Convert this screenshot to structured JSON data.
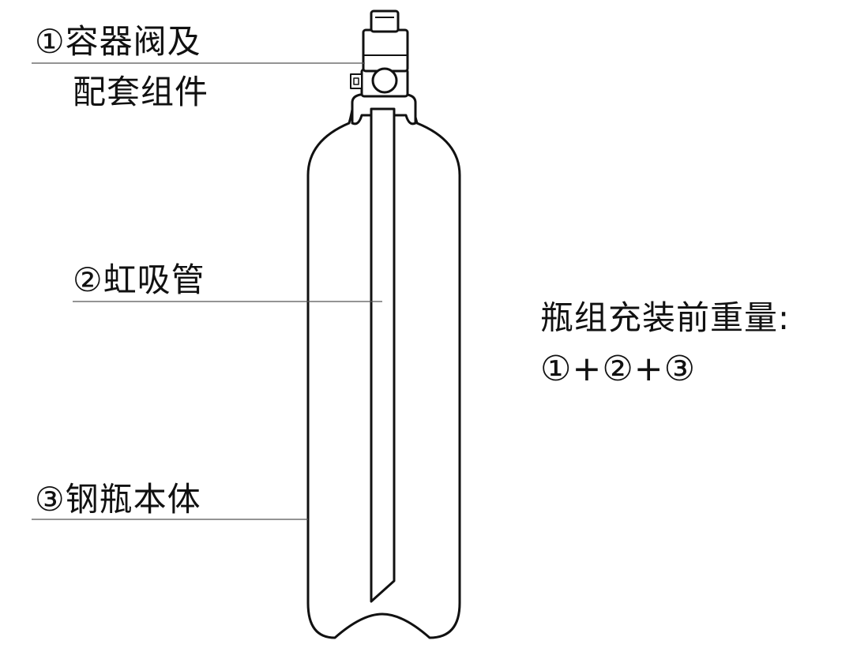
{
  "labels": {
    "valve_line1": "①容器阀及",
    "valve_line2": "配套组件",
    "siphon": "②虹吸管",
    "body": "③钢瓶本体"
  },
  "summary": {
    "title": "瓶组充装前重量:",
    "formula": "①+②+③"
  },
  "colors": {
    "stroke": "#111111",
    "leader": "#555555",
    "background": "#ffffff"
  }
}
